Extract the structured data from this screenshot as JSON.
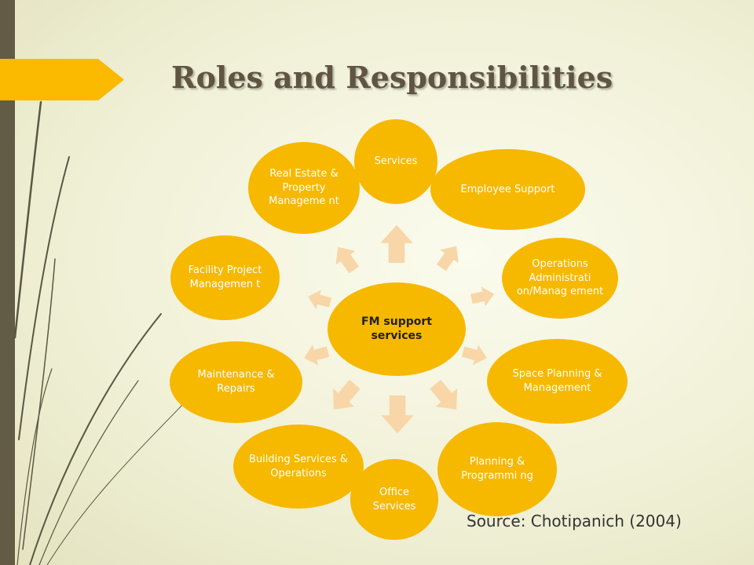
{
  "slide": {
    "title": "Roles and Responsibilities",
    "source": "Source: Chotipanich (2004)"
  },
  "diagram": {
    "center": "FM support services",
    "nodes": [
      "Services",
      "Employee Support",
      "Operations Administrati on/Manag ement",
      "Space Planning & Management",
      "Planning & Programmi ng",
      "Office Services",
      "Building Services & Operations",
      "Maintenance & Repairs",
      "Facility Project Managemen t",
      "Real Estate & Property Manageme nt"
    ]
  },
  "colors": {
    "node_fill": "#f7b800",
    "arrow_fill": "#f8d6a8",
    "accent_bar": "#635b45",
    "title_tab": "#fbb900",
    "title_text": "#5f5540"
  }
}
